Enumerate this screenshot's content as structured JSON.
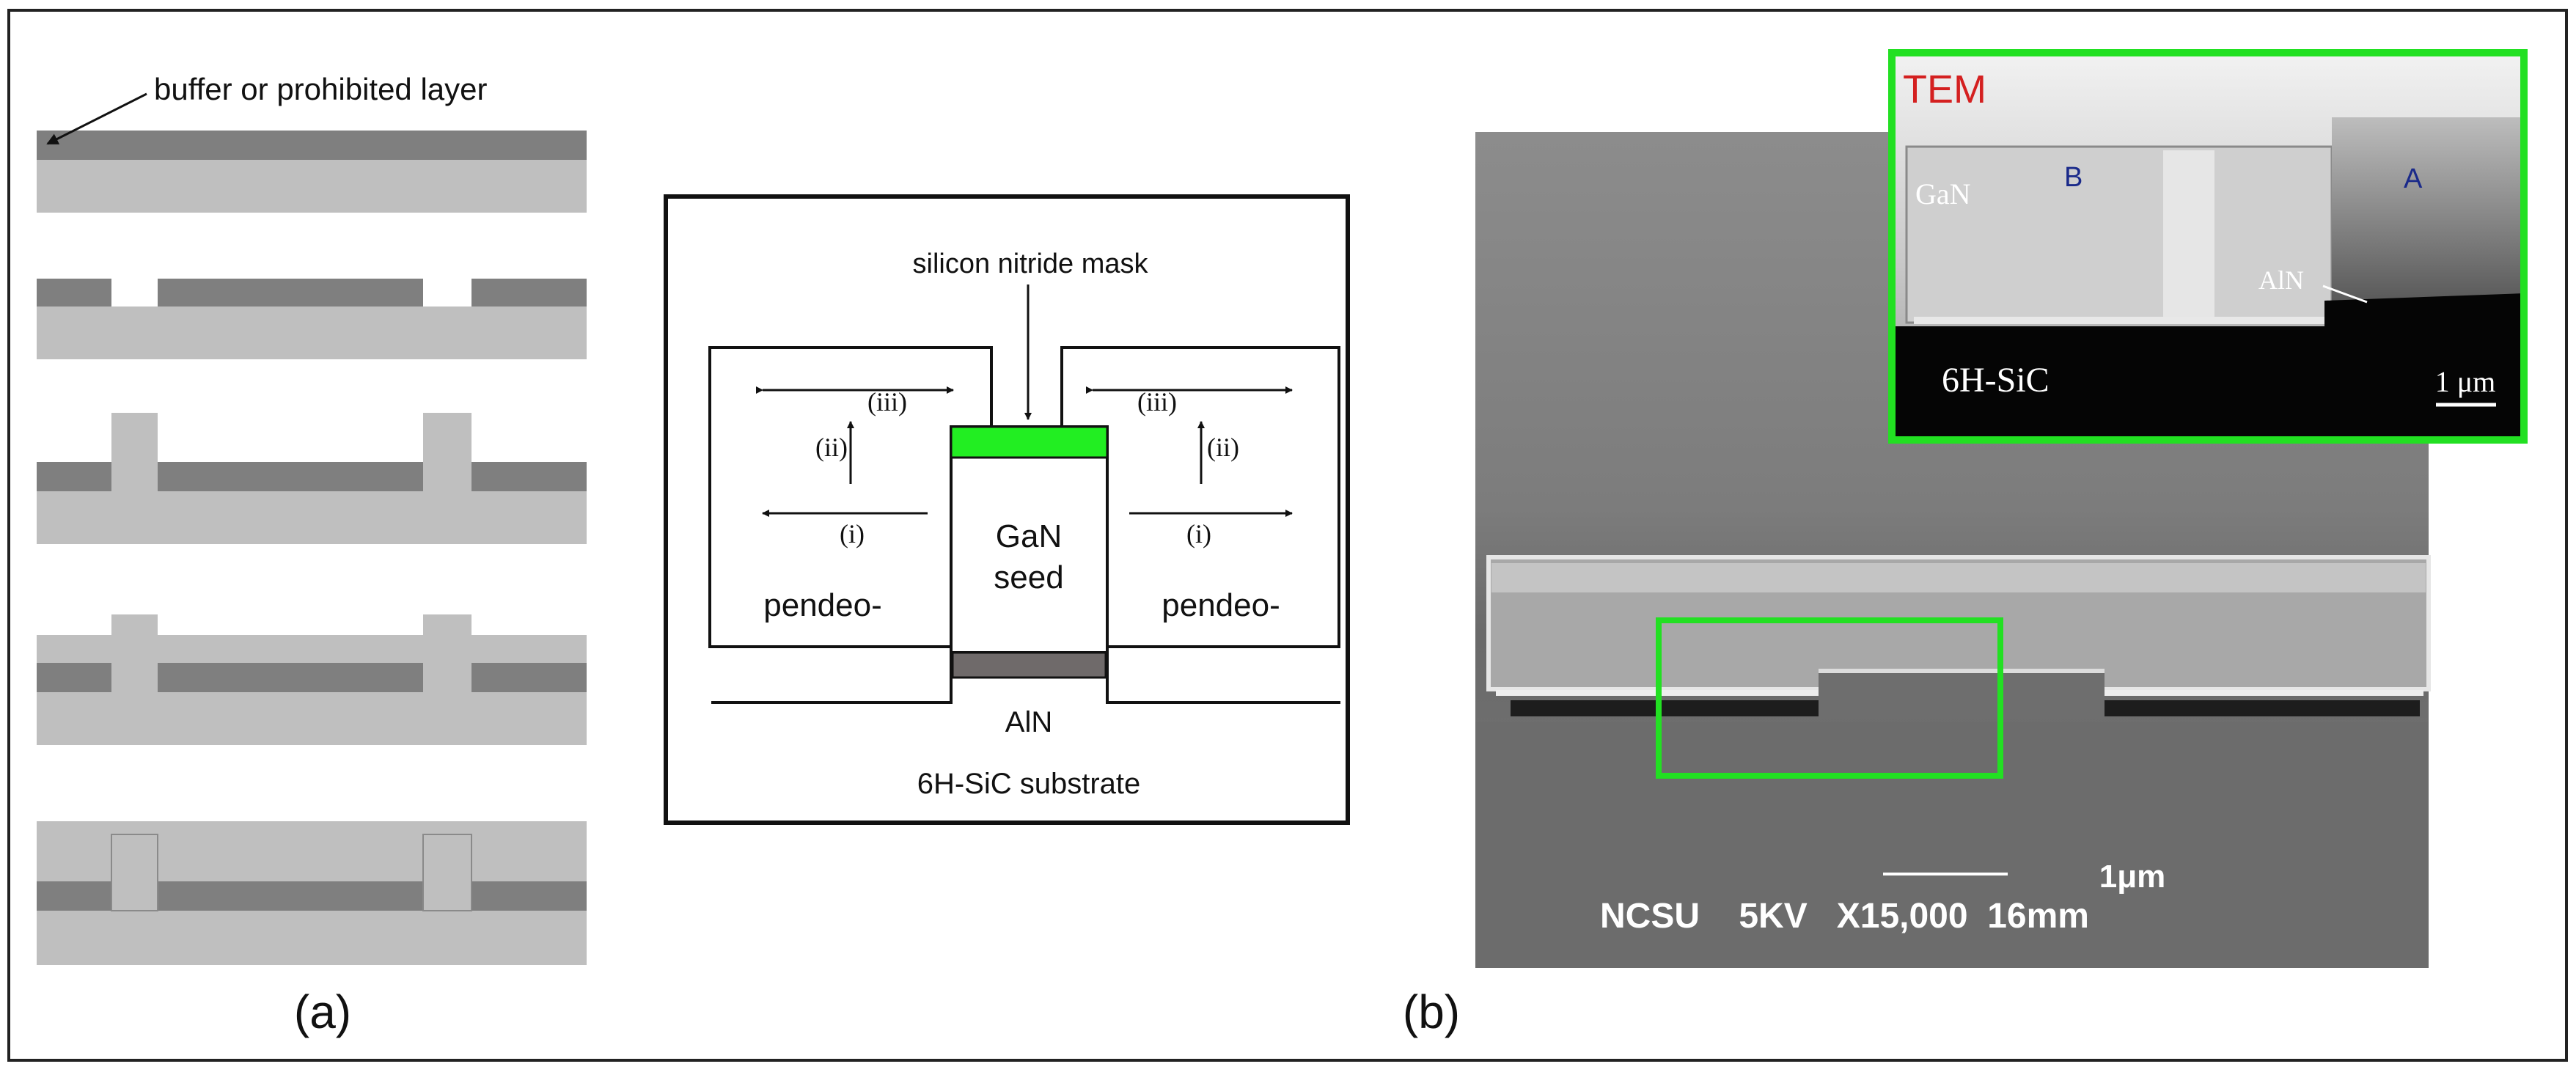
{
  "panel_a": {
    "caption": "(a)",
    "annotation": "buffer or prohibited  layer"
  },
  "panel_b": {
    "caption": "(b)",
    "schematic": {
      "mask_label": "silicon nitride mask",
      "seed_label_line1": "GaN",
      "seed_label_line2": "seed",
      "left_wing_label": "pendeo-",
      "right_wing_label": "pendeo-",
      "dir_i": "(i)",
      "dir_ii": "(ii)",
      "dir_iii": "(iii)",
      "aln_label": "AlN",
      "substrate_label": "6H-SiC substrate"
    },
    "sem": {
      "scale_bar": "1μm",
      "info_bar": "NCSU    5KV   X15,000  16mm"
    },
    "tem": {
      "title": "TEM",
      "gan_label": "GaN",
      "region_b": "B",
      "region_a": "A",
      "aln_label": "AlN",
      "substrate_label": "6H-SiC",
      "scale_bar": "1 μm"
    }
  },
  "colors": {
    "buffer_dark_gray": "#7f7f7f",
    "gan_light_gray": "#bfbfbf",
    "highlight_green": "#22e022",
    "mask_green": "#22ee22",
    "tem_title_red": "#d42020"
  }
}
